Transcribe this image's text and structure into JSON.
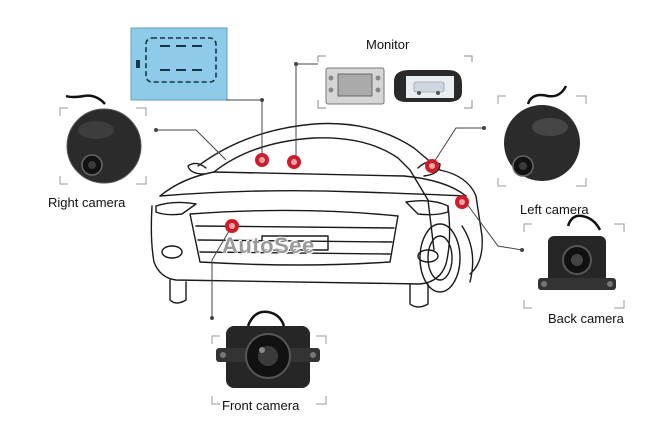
{
  "watermark": "AutoSee",
  "labels": {
    "monitor": "Monitor",
    "right_camera": "Right camera",
    "left_camera": "Left camera",
    "back_camera": "Back camera",
    "front_camera": "Front camera"
  },
  "colors": {
    "control_box": "#8ecbe8",
    "marker": "#cc1e2a",
    "line": "#444444"
  }
}
